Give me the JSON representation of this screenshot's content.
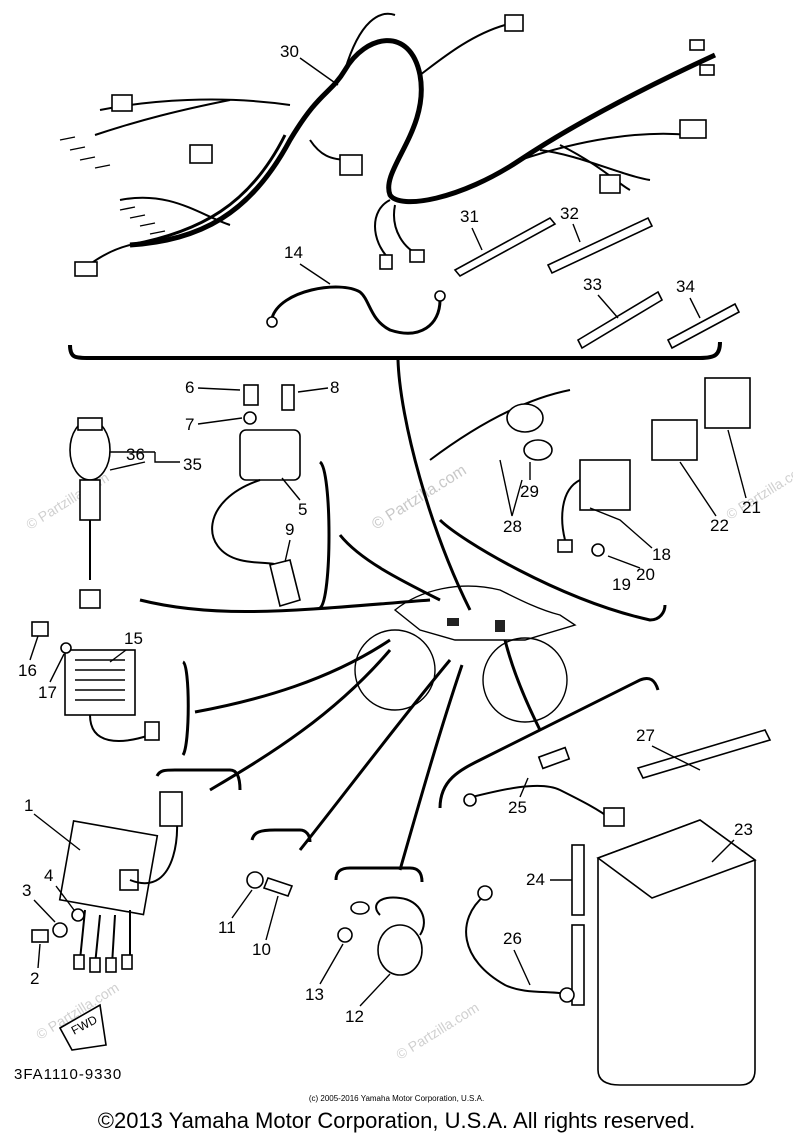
{
  "callouts": {
    "c1": "1",
    "c2": "2",
    "c3": "3",
    "c4": "4",
    "c5": "5",
    "c6": "6",
    "c7": "7",
    "c8": "8",
    "c9": "9",
    "c10": "10",
    "c11": "11",
    "c12": "12",
    "c13": "13",
    "c14": "14",
    "c15": "15",
    "c16": "16",
    "c17": "17",
    "c18": "18",
    "c19": "19",
    "c20": "20",
    "c21": "21",
    "c22": "22",
    "c23": "23",
    "c24": "24",
    "c25": "25",
    "c26": "26",
    "c27": "27",
    "c28": "28",
    "c29": "29",
    "c30": "30",
    "c31": "31",
    "c32": "32",
    "c33": "33",
    "c34": "34",
    "c35": "35",
    "c36": "36"
  },
  "fwd_label": "FWD",
  "part_code": "3FA1110-9330",
  "watermark": "© Partzilla.com",
  "copyright_small": "(c) 2005-2016 Yamaha Motor Corporation, U.S.A.",
  "copyright_main": "©2013 Yamaha Motor Corporation, U.S.A. All rights reserved."
}
